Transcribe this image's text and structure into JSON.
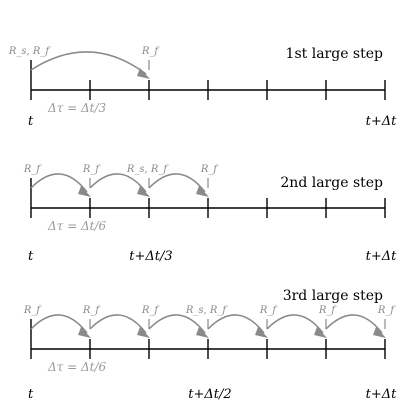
{
  "panels": [
    {
      "title": "1st large step",
      "r_labels": [
        "R_s, R_f",
        "R_f"
      ],
      "r_at": [
        0,
        2
      ],
      "arcs": [
        [
          0,
          2
        ]
      ],
      "dtau": "Δτ = Δt/3",
      "time_labels": [
        {
          "text": "t",
          "at": 0
        },
        {
          "text": "t+Δt",
          "at": 6
        }
      ]
    },
    {
      "title": "2nd large step",
      "r_labels": [
        "R_f",
        "R_f",
        "R_s, R_f",
        "R_f"
      ],
      "r_at": [
        0,
        1,
        2,
        3
      ],
      "arcs": [
        [
          0,
          1
        ],
        [
          1,
          2
        ],
        [
          2,
          3
        ]
      ],
      "dtau": "Δτ = Δt/6",
      "time_labels": [
        {
          "text": "t",
          "at": 0
        },
        {
          "text": "t+Δt/3",
          "at": 2
        },
        {
          "text": "t+Δt",
          "at": 6
        }
      ]
    },
    {
      "title": "3rd large step",
      "r_labels": [
        "R_f",
        "R_f",
        "R_f",
        "R_s, R_f",
        "R_f",
        "R_f",
        "R_f"
      ],
      "r_at": [
        0,
        1,
        2,
        3,
        4,
        5,
        6
      ],
      "arcs": [
        [
          0,
          1
        ],
        [
          1,
          2
        ],
        [
          2,
          3
        ],
        [
          3,
          4
        ],
        [
          4,
          5
        ],
        [
          5,
          6
        ]
      ],
      "dtau": "Δτ = Δt/6",
      "time_labels": [
        {
          "text": "t",
          "at": 0
        },
        {
          "text": "t+Δt/2",
          "at": 3
        },
        {
          "text": "t+Δt",
          "at": 6
        }
      ]
    }
  ]
}
